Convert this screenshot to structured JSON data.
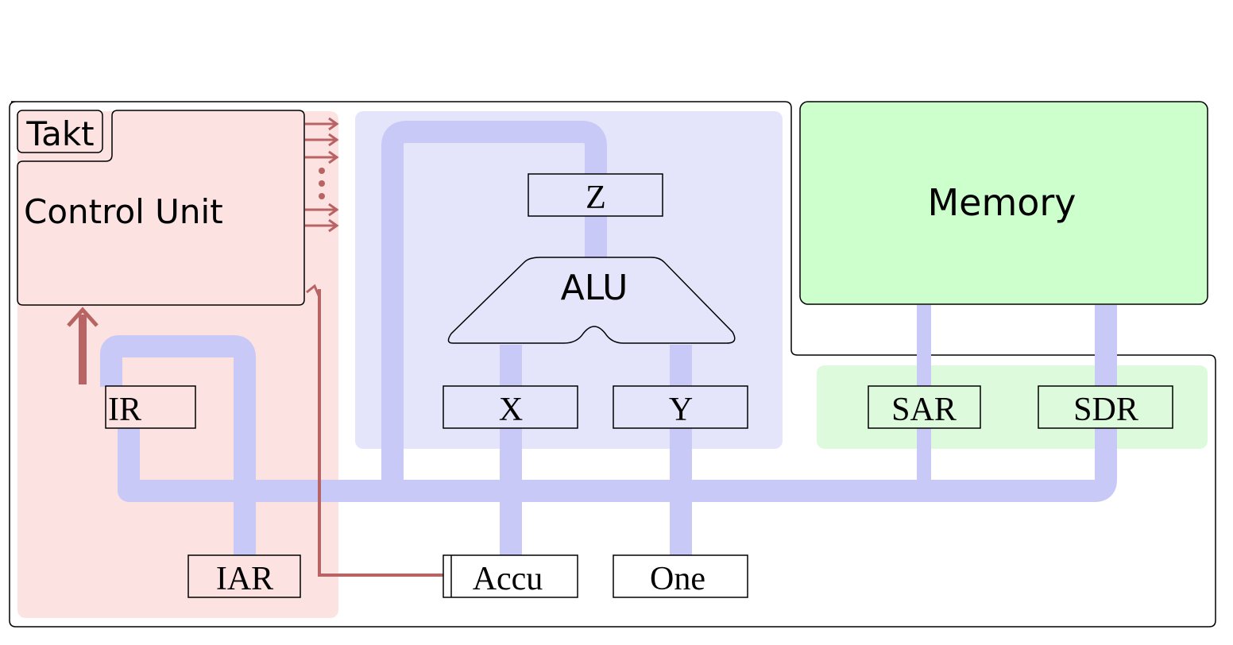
{
  "diagram": {
    "colors": {
      "control_region": "#fde2e2",
      "alu_region": "#e4e4fb",
      "memory_region": "#ddfadd",
      "memory_box": "#ccffcc",
      "bus": "#c9c9f7",
      "control_signal": "#b96464",
      "outline": "#000000"
    },
    "labels": {
      "takt": "Takt",
      "control_unit": "Control Unit",
      "memory": "Memory",
      "alu": "ALU",
      "z": "Z",
      "x": "X",
      "y": "Y",
      "ir": "IR",
      "iar": "IAR",
      "accu": "Accu",
      "one": "One",
      "sar": "SAR",
      "sdr": "SDR"
    },
    "icons": {
      "signal_outputs": "right-arrow-icon",
      "signal_continuation": "vertical-ellipsis-icon",
      "control_input": "up-arrow-icon"
    }
  }
}
